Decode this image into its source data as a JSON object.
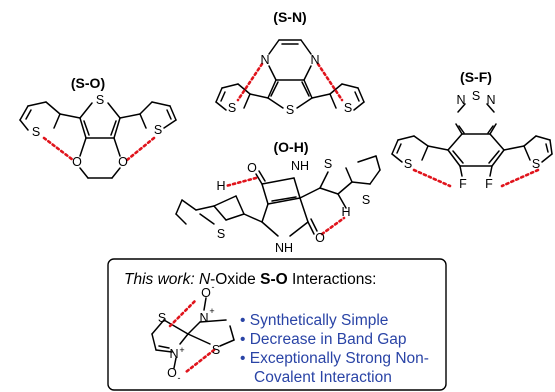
{
  "labels": {
    "sn": "(S-N)",
    "so": "(S-O)",
    "sf": "(S-F)",
    "oh": "(O-H)"
  },
  "atoms": {
    "S": "S",
    "N": "N",
    "O": "O",
    "F": "F",
    "H": "H",
    "NH": "NH",
    "HN": "H",
    "Nplus": "N",
    "plus": "+",
    "minus": "-"
  },
  "box": {
    "header_italic": "This work: ",
    "header_n": "N",
    "header_mid": "-Oxide ",
    "header_bold": "S-O",
    "header_end": " Interactions:",
    "bullets": [
      "• Synthetically Simple",
      "• Decrease in Band Gap",
      "• Exceptionally Strong Non-",
      "Covalent Interaction"
    ]
  },
  "colors": {
    "interaction": "#e0141c",
    "bullet_text": "#2a44a6"
  }
}
